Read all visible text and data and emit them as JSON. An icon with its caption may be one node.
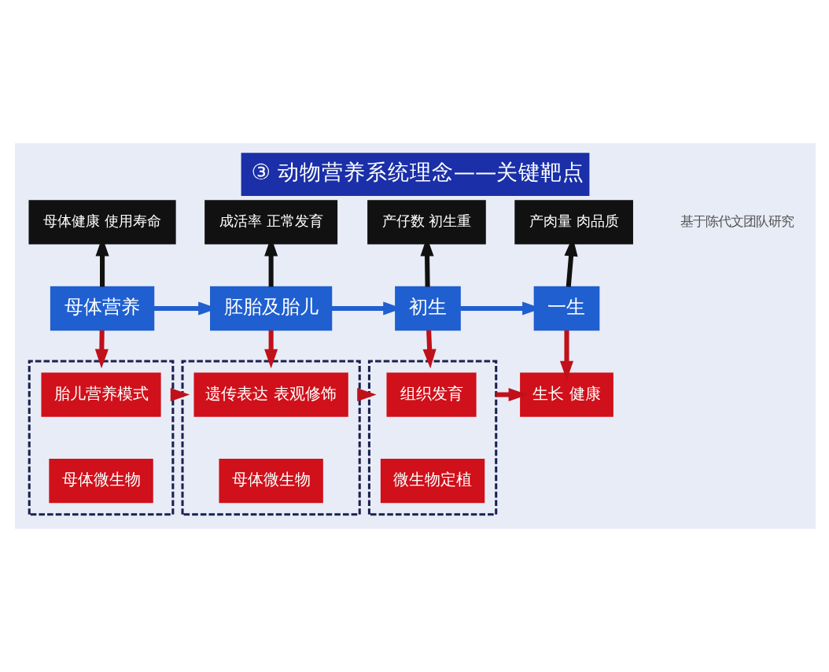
{
  "diagram": {
    "title": "③ 动物营养系统理念——关键靶点",
    "nodes": [
      {
        "text": [
          "母体健康 使用寿命"
        ]
      },
      {
        "text": [
          "成活率 正常发育"
        ]
      },
      {
        "text": [
          "产仔数 初生重"
        ]
      },
      {
        "text": [
          "产肉量 肉品质"
        ]
      },
      {
        "text": [
          "母体营养"
        ]
      },
      {
        "text": [
          "胚胎及胎儿"
        ]
      },
      {
        "text": [
          "初生"
        ]
      },
      {
        "text": [
          "一生"
        ]
      },
      {
        "text": [],
        "shape": "box"
      },
      {
        "text": [
          "胎儿营养模式"
        ],
        "in": 8
      },
      {
        "text": [
          "母体微生物"
        ],
        "in": 8
      },
      {
        "text": [],
        "shape": "box"
      },
      {
        "text": [
          "遗传表达 表观修饰"
        ],
        "in": 11
      },
      {
        "text": [
          "母体微生物"
        ],
        "in": 11
      },
      {
        "text": [],
        "shape": "box"
      },
      {
        "text": [
          "组织发育"
        ],
        "in": 14
      },
      {
        "text": [
          "微生物定植"
        ],
        "in": 14
      },
      {
        "text": [
          "生长 健康"
        ]
      }
    ],
    "edges": [
      {
        "from": 4,
        "to": 0,
        "arrow": "to",
        "color": "#111111"
      },
      {
        "from": 5,
        "to": 1,
        "arrow": "to",
        "color": "#111111"
      },
      {
        "from": 6,
        "to": 2,
        "arrow": "to",
        "color": "#111111"
      },
      {
        "from": 7,
        "to": 3,
        "arrow": "to",
        "color": "#111111"
      },
      {
        "from": 4,
        "to": 5,
        "arrow": "to",
        "color": "#1f5fd0"
      },
      {
        "from": 5,
        "to": 6,
        "arrow": "to",
        "color": "#1f5fd0"
      },
      {
        "from": 6,
        "to": 7,
        "arrow": "to",
        "color": "#1f5fd0"
      },
      {
        "from": 4,
        "to": 8,
        "arrow": "to"
      },
      {
        "from": 5,
        "to": 11,
        "arrow": "to"
      },
      {
        "from": 6,
        "to": 14,
        "arrow": "to"
      },
      {
        "from": 7,
        "to": 17,
        "arrow": "to"
      },
      {
        "from": 8,
        "to": 11,
        "arrow": "to"
      },
      {
        "from": 11,
        "to": 14,
        "arrow": "to"
      },
      {
        "from": 14,
        "to": 17,
        "arrow": "to"
      }
    ],
    "labels": [
      "基于陈代文团队研究"
    ]
  }
}
